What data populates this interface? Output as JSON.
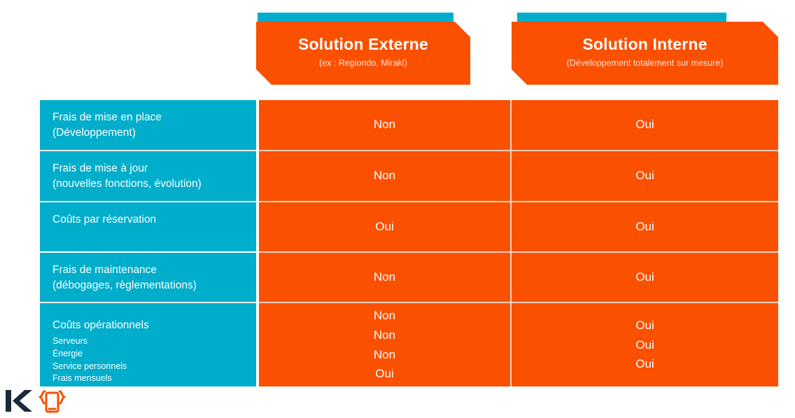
{
  "colors": {
    "orange": "#FA5000",
    "cyan": "#00ADCB",
    "white": "#FFFFFF",
    "logo_dark": "#1B2A3A",
    "subtitle": "#FFE2D4"
  },
  "columns": [
    {
      "key": "externe",
      "title": "Solution Externe",
      "subtitle": "(ex : Regiondo, Mirakl)"
    },
    {
      "key": "interne",
      "title": "Solution Interne",
      "subtitle": "(Développement totalement sur mesure)"
    }
  ],
  "rows": [
    {
      "label_main": "Frais de mise en place",
      "label_second": "(Développement)",
      "sub_items": [],
      "externe": [
        "Non"
      ],
      "interne": [
        "Oui"
      ]
    },
    {
      "label_main": "Frais de mise à jour",
      "label_second": "(nouvelles fonctions, évolution)",
      "sub_items": [],
      "externe": [
        "Non"
      ],
      "interne": [
        "Oui"
      ]
    },
    {
      "label_main": "Coûts par réservation",
      "label_second": "",
      "sub_items": [],
      "externe": [
        "Oui"
      ],
      "interne": [
        "Oui"
      ]
    },
    {
      "label_main": "Frais de maintenance",
      "label_second": "(débogages, règlementations)",
      "sub_items": [],
      "externe": [
        "Non"
      ],
      "interne": [
        "Oui"
      ]
    },
    {
      "label_main": "Coûts opérationnels",
      "label_second": "",
      "sub_items": [
        "Serveurs",
        "Énergie",
        "Service personnels",
        "Frais mensuels"
      ],
      "externe": [
        "Non",
        "Non",
        "Non",
        "Oui"
      ],
      "interne": [
        "Oui",
        "Oui",
        "Oui"
      ]
    }
  ],
  "logo": {
    "letter": "K",
    "icon_name": "mobile-device-brackets-icon"
  }
}
